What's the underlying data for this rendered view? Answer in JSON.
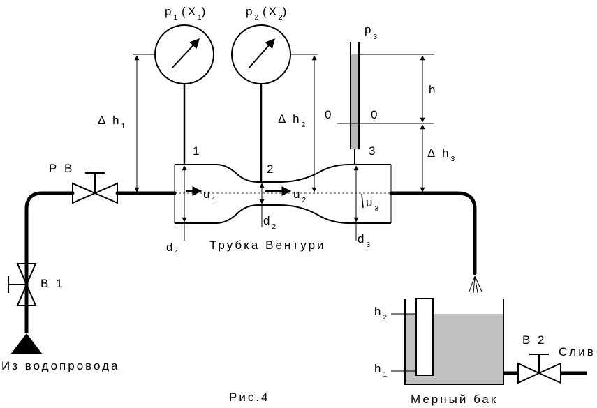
{
  "gauge_p1": {
    "letter": "p",
    "sub": "1",
    "suffix": "(X",
    "suffix_sub": "1",
    "close": ")"
  },
  "gauge_p2": {
    "letter": "p",
    "sub": "2",
    "suffix": "(X",
    "suffix_sub": "2",
    "close": ")"
  },
  "piezometer": {
    "letter": "p",
    "sub": "3"
  },
  "heights": {
    "dh1": {
      "main": "Δ h",
      "sub": "1"
    },
    "dh2": {
      "main": "Δ h",
      "sub": "2"
    },
    "dh3": {
      "main": "Δ h",
      "sub": "3"
    },
    "h": "h",
    "zero_left": "0",
    "zero_right": "0"
  },
  "sections": {
    "s1": "1",
    "s2": "2",
    "s3": "3"
  },
  "velocities": {
    "u1": {
      "main": "u",
      "sub": "1"
    },
    "u2": {
      "main": "u",
      "sub": "2"
    },
    "u3": {
      "main": "u",
      "sub": "3"
    }
  },
  "diameters": {
    "d1": {
      "main": "d",
      "sub": "1"
    },
    "d2": {
      "main": "d",
      "sub": "2"
    },
    "d3": {
      "main": "d",
      "sub": "3"
    }
  },
  "venturi_label": "Трубка Вентури",
  "valve_rv": "Р В",
  "valve_v1": "В 1",
  "valve_v2": "В 2",
  "inlet_label": "Из водопровода",
  "drain_label": "Слив",
  "tank": {
    "label": "Мерный бак",
    "h2": {
      "main": "h",
      "sub": "2"
    },
    "h1": {
      "main": "h",
      "sub": "1"
    },
    "water_color": "#c0c0c0"
  },
  "figure_caption": "Рис.4",
  "colors": {
    "line": "#000000",
    "water": "#c0c0c0",
    "piezo_fill": "#b8b8b8"
  }
}
